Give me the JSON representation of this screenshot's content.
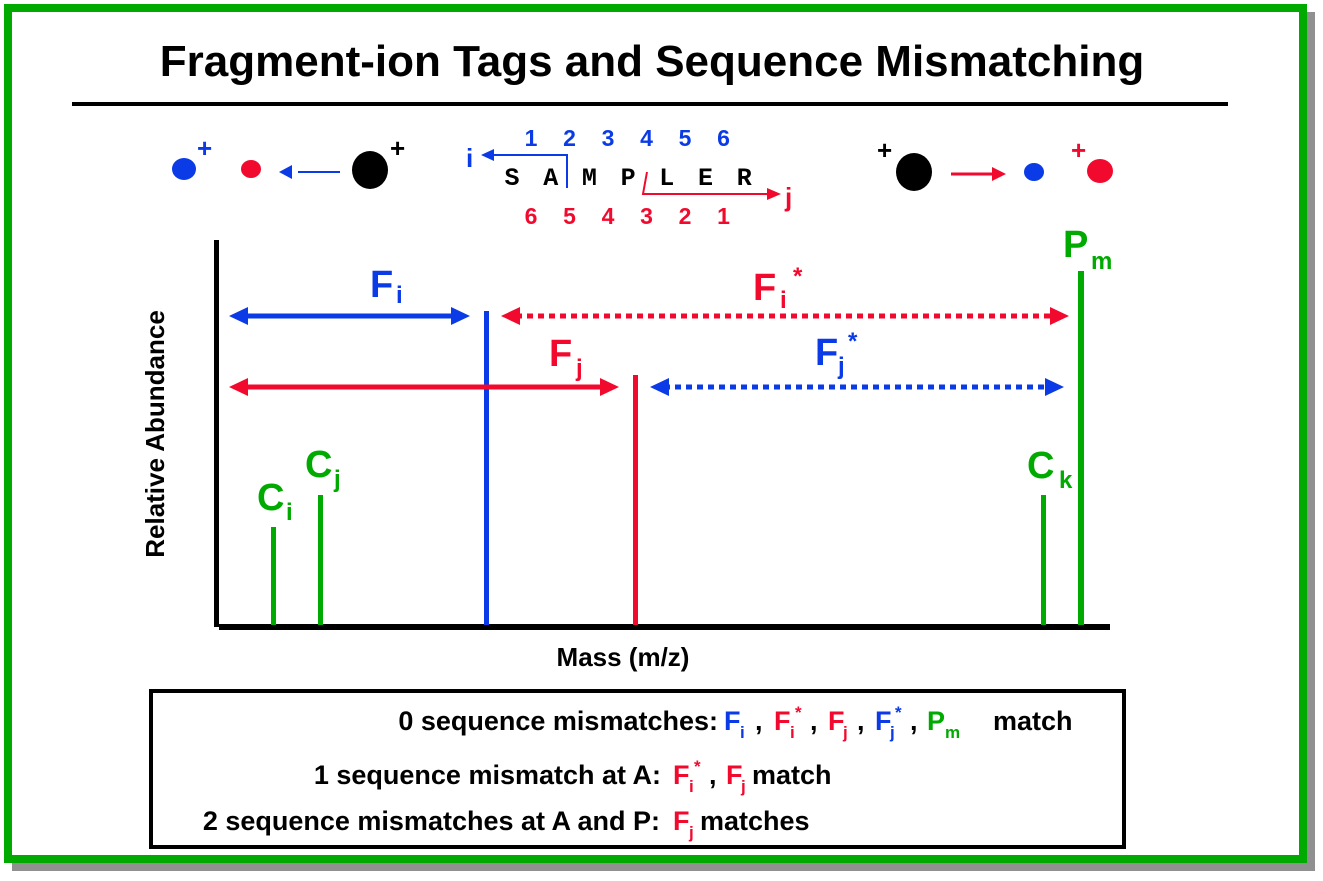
{
  "title": "Fragment-ion Tags and Sequence Mismatching",
  "colors": {
    "blue": "#0a3be6",
    "red": "#f20a2e",
    "green": "#00aa00",
    "black": "#000000",
    "frame_shadow": "#909090"
  },
  "fragmentation": {
    "left": {
      "precursor_charge": "+",
      "product_charged_charge": "+",
      "description": "precursor (black, +) fragments to blue charged ion + red neutral"
    },
    "right": {
      "precursor_charge": "+",
      "product_charged_charge": "+",
      "description": "precursor (black, +) fragments to blue neutral + red charged ion"
    }
  },
  "sequence": {
    "letters": [
      "S",
      "A",
      "M",
      "P",
      "L",
      "E",
      "R"
    ],
    "top_numbers": [
      "1",
      "2",
      "3",
      "4",
      "5",
      "6"
    ],
    "bottom_numbers": [
      "6",
      "5",
      "4",
      "3",
      "2",
      "1"
    ],
    "left_label": "i",
    "right_label": "j"
  },
  "spectrum": {
    "xlabel": "Mass (m/z)",
    "ylabel": "Relative Abundance",
    "peaks": [
      {
        "name": "C",
        "sub": "i",
        "color": "green",
        "x": 0.065,
        "height": 0.3
      },
      {
        "name": "C",
        "sub": "j",
        "color": "green",
        "x": 0.118,
        "height": 0.4
      },
      {
        "name": "F",
        "sub": "i",
        "color": "blue",
        "x": 0.3,
        "height": 1.0
      },
      {
        "name": "F",
        "sub": "j",
        "color": "red",
        "x": 0.468,
        "height": 0.8
      },
      {
        "name": "C",
        "sub": "k",
        "color": "green",
        "x": 0.935,
        "height": 0.4
      },
      {
        "name": "P",
        "sub": "m",
        "color": "green",
        "x": 0.975,
        "height": 1.15
      }
    ],
    "ranges": [
      {
        "label": "F",
        "sub": "i",
        "star": "",
        "color": "blue",
        "style": "solid"
      },
      {
        "label": "F",
        "sub": "i",
        "star": "*",
        "color": "red",
        "style": "dotted"
      },
      {
        "label": "F",
        "sub": "j",
        "star": "",
        "color": "red",
        "style": "solid"
      },
      {
        "label": "F",
        "sub": "j",
        "star": "*",
        "color": "blue",
        "style": "dotted"
      }
    ],
    "peak_labels": {
      "ci": {
        "main": "C",
        "sub": "i"
      },
      "cj": {
        "main": "C",
        "sub": "j"
      },
      "ck": {
        "main": "C",
        "sub": "k"
      },
      "pm": {
        "main": "P",
        "sub": "m"
      }
    }
  },
  "legend": {
    "row0": {
      "prefix": "0 sequence mismatches:",
      "suffix": "match"
    },
    "row1": {
      "prefix": "1 sequence mismatch at A:",
      "suffix": "match"
    },
    "row2": {
      "prefix": "2 sequence mismatches at A and P:",
      "suffix": "matches"
    },
    "F": "F",
    "P": "P",
    "i": "i",
    "j": "j",
    "m": "m",
    "star": "*",
    "comma": ","
  }
}
